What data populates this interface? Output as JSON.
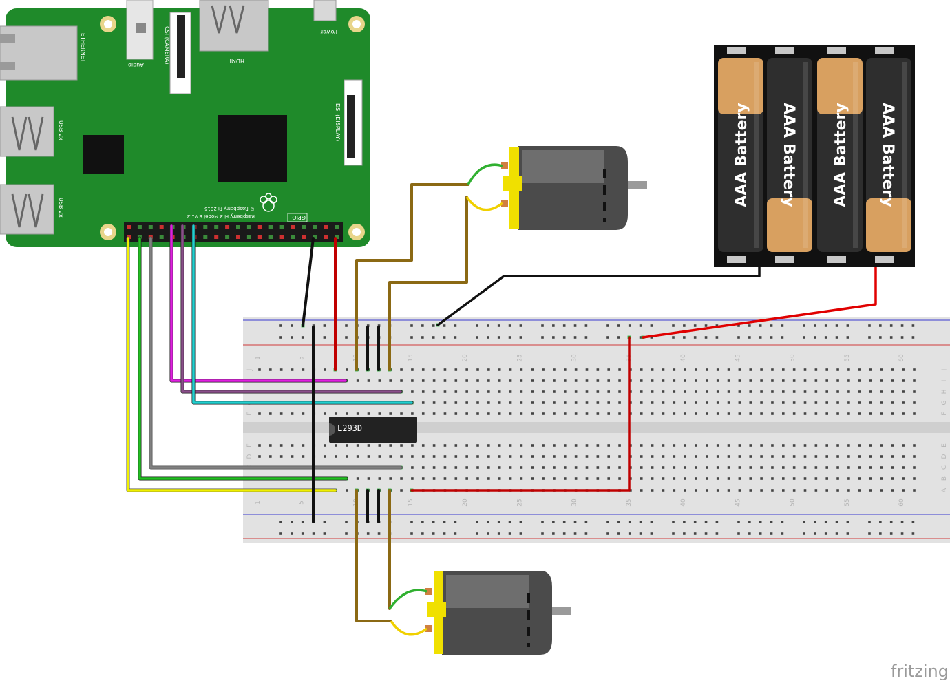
{
  "board": {
    "ethernet": "ETHERNET",
    "audio": "Audio",
    "camera": "CSI (CAMERA)",
    "hdmi": "HDMI",
    "power": "Power",
    "display": "DSI (DISPLAY)",
    "usb_top": "USB 2x",
    "usb_bottom": "USB 2x",
    "model": "Raspberry Pi 3 Model B v1.2",
    "copyright": "© Raspberry Pi 2015",
    "gpio": "GPIO"
  },
  "chip": {
    "label": "L293D"
  },
  "battery": {
    "cells": [
      "AAA Battery",
      "AAA Battery",
      "AAA Battery",
      "AAA Battery"
    ]
  },
  "breadboard": {
    "column_numbers": [
      "1",
      "5",
      "10",
      "15",
      "20",
      "25",
      "30",
      "35",
      "40",
      "45",
      "50",
      "55",
      "60"
    ],
    "rows_top": [
      "J",
      "I",
      "H",
      "G",
      "F"
    ],
    "rows_bottom": [
      "E",
      "D",
      "C",
      "B",
      "A"
    ]
  },
  "watermark": "fritzing",
  "colors": {
    "pcb_green": "#1f8a2a",
    "breadboard": "#e2e2e2",
    "wire_red": "#d40000",
    "wire_black": "#1a1a1a",
    "wire_brown": "#8b6914",
    "wire_magenta": "#e020e0",
    "wire_purple": "#8a4e8a",
    "wire_cyan": "#20d0d0",
    "wire_yellow": "#f0f000",
    "wire_green": "#20c020",
    "wire_gray": "#808080",
    "motor_yellow": "#f0e000"
  }
}
